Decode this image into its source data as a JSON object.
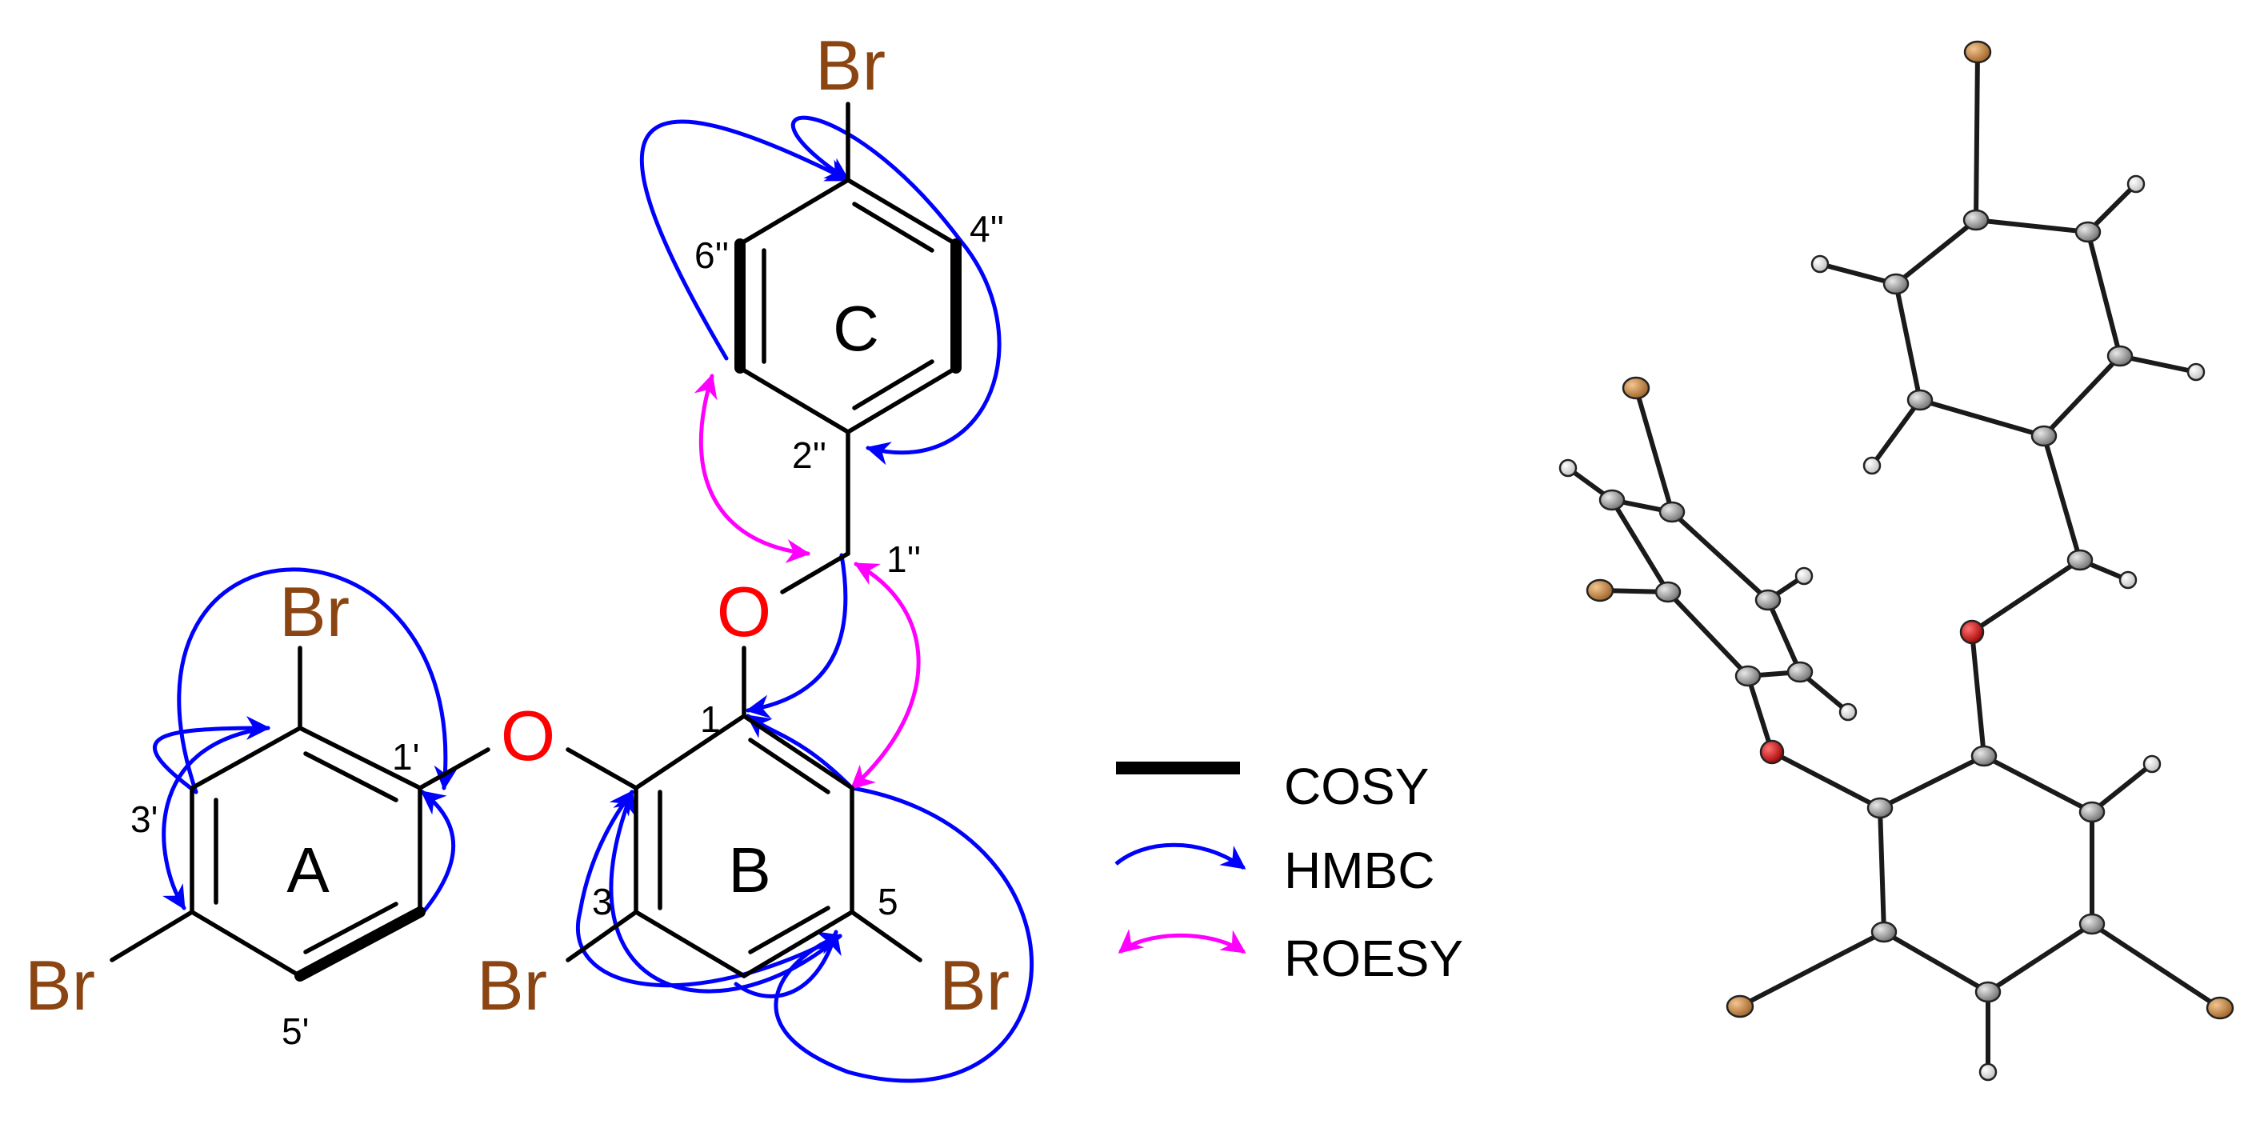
{
  "structure": {
    "atom_labels": {
      "br_top": "Br",
      "br_ring_a_2": "Br",
      "br_ring_a_4": "Br",
      "br_ring_b_3": "Br",
      "br_ring_b_5": "Br",
      "o_diaryl": "O",
      "o_benzyl": "O"
    },
    "ring_labels": {
      "a": "A",
      "b": "B",
      "c": "C"
    },
    "position_labels": {
      "p1": "1",
      "p3": "3",
      "p5": "5",
      "p1p": "1'",
      "p3p": "3'",
      "p5p": "5'",
      "p1pp": "1''",
      "p2pp": "2''",
      "p4pp": "4''",
      "p6pp": "6''"
    }
  },
  "legend": {
    "items": [
      {
        "label": "COSY",
        "symbol": "thick-bond"
      },
      {
        "label": "HMBC",
        "symbol": "blue-arrow"
      },
      {
        "label": "ROESY",
        "symbol": "magenta-double-arrow"
      }
    ]
  },
  "colors": {
    "bond": "#000000",
    "bromine": "#8B4513",
    "oxygen": "#FF0000",
    "hmbc": "#0000FF",
    "roesy": "#FF00FF",
    "crystal_br": "#C8894A",
    "crystal_o": "#D01818",
    "crystal_c": "#8C8C8C",
    "crystal_h": "#E0E0E0"
  }
}
